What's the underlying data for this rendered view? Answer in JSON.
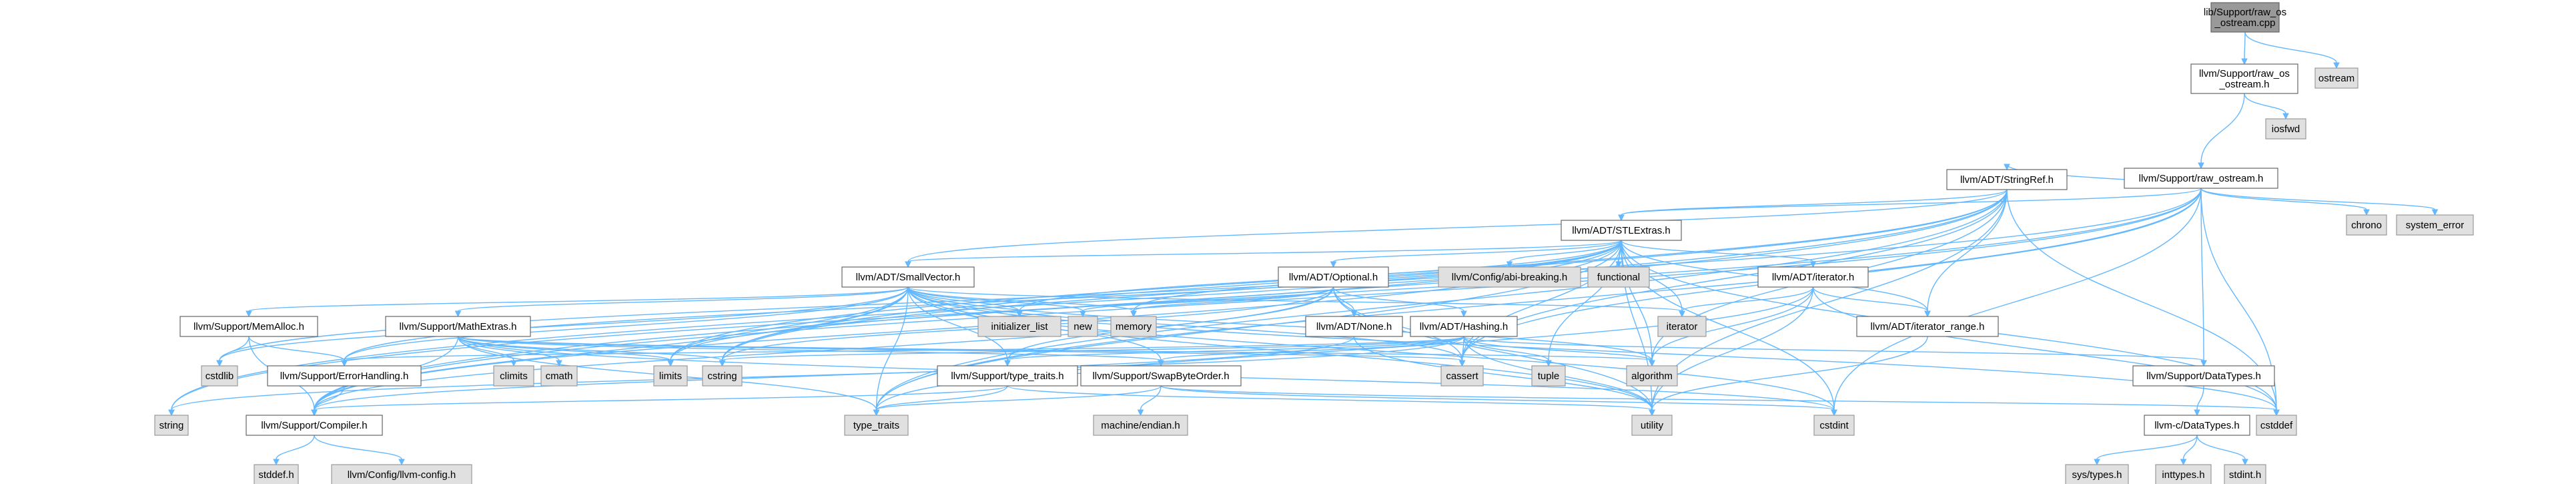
{
  "nodes": [
    {
      "id": "root",
      "label": "lib/Support/raw_os_ostream.cpp",
      "lines": [
        "lib/Support/raw_os",
        "_ostream.cpp"
      ],
      "kind": "root"
    },
    {
      "id": "rawos_h",
      "label": "llvm/Support/raw_os_ostream.h",
      "lines": [
        "llvm/Support/raw_os",
        "_ostream.h"
      ],
      "kind": "int"
    },
    {
      "id": "ostream",
      "label": "ostream",
      "kind": "ext"
    },
    {
      "id": "iosfwd",
      "label": "iosfwd",
      "kind": "ext"
    },
    {
      "id": "raw_ostream",
      "label": "llvm/Support/raw_ostream.h",
      "kind": "int"
    },
    {
      "id": "chrono",
      "label": "chrono",
      "kind": "ext"
    },
    {
      "id": "system_error",
      "label": "system_error",
      "kind": "ext"
    },
    {
      "id": "stringref",
      "label": "llvm/ADT/StringRef.h",
      "kind": "int"
    },
    {
      "id": "stlextras",
      "label": "llvm/ADT/STLExtras.h",
      "kind": "int"
    },
    {
      "id": "smallvector",
      "label": "llvm/ADT/SmallVector.h",
      "kind": "int"
    },
    {
      "id": "optional",
      "label": "llvm/ADT/Optional.h",
      "kind": "int"
    },
    {
      "id": "abibreaking",
      "label": "llvm/Config/abi-breaking.h",
      "kind": "ext"
    },
    {
      "id": "functional",
      "label": "functional",
      "kind": "ext"
    },
    {
      "id": "adtiterator",
      "label": "llvm/ADT/iterator.h",
      "kind": "int"
    },
    {
      "id": "memalloc",
      "label": "llvm/Support/MemAlloc.h",
      "kind": "int"
    },
    {
      "id": "mathextras",
      "label": "llvm/Support/MathExtras.h",
      "kind": "int"
    },
    {
      "id": "initlist",
      "label": "initializer_list",
      "kind": "ext"
    },
    {
      "id": "new",
      "label": "new",
      "kind": "ext"
    },
    {
      "id": "memory",
      "label": "memory",
      "kind": "ext"
    },
    {
      "id": "none",
      "label": "llvm/ADT/None.h",
      "kind": "int"
    },
    {
      "id": "hashing",
      "label": "llvm/ADT/Hashing.h",
      "kind": "int"
    },
    {
      "id": "iterator",
      "label": "iterator",
      "kind": "ext"
    },
    {
      "id": "iterrange",
      "label": "llvm/ADT/iterator_range.h",
      "kind": "int"
    },
    {
      "id": "cstdlib",
      "label": "cstdlib",
      "kind": "ext"
    },
    {
      "id": "errhandling",
      "label": "llvm/Support/ErrorHandling.h",
      "kind": "int"
    },
    {
      "id": "climits",
      "label": "climits",
      "kind": "ext"
    },
    {
      "id": "cmath",
      "label": "cmath",
      "kind": "ext"
    },
    {
      "id": "limits",
      "label": "limits",
      "kind": "ext"
    },
    {
      "id": "cstring",
      "label": "cstring",
      "kind": "ext"
    },
    {
      "id": "typetraits_h",
      "label": "llvm/Support/type_traits.h",
      "kind": "int"
    },
    {
      "id": "swapbyteorder",
      "label": "llvm/Support/SwapByteOrder.h",
      "kind": "int"
    },
    {
      "id": "cassert",
      "label": "cassert",
      "kind": "ext"
    },
    {
      "id": "tuple",
      "label": "tuple",
      "kind": "ext"
    },
    {
      "id": "algorithm",
      "label": "algorithm",
      "kind": "ext"
    },
    {
      "id": "datatypes",
      "label": "llvm/Support/DataTypes.h",
      "kind": "int"
    },
    {
      "id": "string",
      "label": "string",
      "kind": "ext"
    },
    {
      "id": "compiler",
      "label": "llvm/Support/Compiler.h",
      "kind": "int"
    },
    {
      "id": "type_traits",
      "label": "type_traits",
      "kind": "ext"
    },
    {
      "id": "machendian",
      "label": "machine/endian.h",
      "kind": "ext"
    },
    {
      "id": "utility",
      "label": "utility",
      "kind": "ext"
    },
    {
      "id": "cstdint",
      "label": "cstdint",
      "kind": "ext"
    },
    {
      "id": "cstddef",
      "label": "cstddef",
      "kind": "ext"
    },
    {
      "id": "cdatatypes",
      "label": "llvm-c/DataTypes.h",
      "kind": "int"
    },
    {
      "id": "stddef",
      "label": "stddef.h",
      "kind": "ext"
    },
    {
      "id": "llvmconfig",
      "label": "llvm/Config/llvm-config.h",
      "kind": "ext"
    },
    {
      "id": "systypes",
      "label": "sys/types.h",
      "kind": "ext"
    },
    {
      "id": "inttypes",
      "label": "inttypes.h",
      "kind": "ext"
    },
    {
      "id": "stdint",
      "label": "stdint.h",
      "kind": "ext"
    }
  ],
  "edges": [
    [
      "root",
      "rawos_h"
    ],
    [
      "root",
      "ostream"
    ],
    [
      "rawos_h",
      "raw_ostream"
    ],
    [
      "rawos_h",
      "iosfwd"
    ],
    [
      "raw_ostream",
      "stringref"
    ],
    [
      "raw_ostream",
      "datatypes"
    ],
    [
      "raw_ostream",
      "cassert"
    ],
    [
      "raw_ostream",
      "chrono"
    ],
    [
      "raw_ostream",
      "cstddef"
    ],
    [
      "raw_ostream",
      "cstdint"
    ],
    [
      "raw_ostream",
      "cstring"
    ],
    [
      "raw_ostream",
      "string"
    ],
    [
      "raw_ostream",
      "system_error"
    ],
    [
      "raw_ostream",
      "type_traits"
    ],
    [
      "raw_ostream",
      "compiler"
    ],
    [
      "raw_ostream",
      "stlextras"
    ],
    [
      "stringref",
      "stlextras"
    ],
    [
      "stringref",
      "iterrange"
    ],
    [
      "stringref",
      "compiler"
    ],
    [
      "stringref",
      "algorithm"
    ],
    [
      "stringref",
      "cassert"
    ],
    [
      "stringref",
      "cstddef"
    ],
    [
      "stringref",
      "cstring"
    ],
    [
      "stringref",
      "limits"
    ],
    [
      "stringref",
      "string"
    ],
    [
      "stringref",
      "type_traits"
    ],
    [
      "stringref",
      "utility"
    ],
    [
      "stringref",
      "smallvector"
    ],
    [
      "stlextras",
      "smallvector"
    ],
    [
      "stlextras",
      "optional"
    ],
    [
      "stlextras",
      "abibreaking"
    ],
    [
      "stlextras",
      "functional"
    ],
    [
      "stlextras",
      "adtiterator"
    ],
    [
      "stlextras",
      "iterrange"
    ],
    [
      "stlextras",
      "errhandling"
    ],
    [
      "stlextras",
      "algorithm"
    ],
    [
      "stlextras",
      "cassert"
    ],
    [
      "stlextras",
      "cstddef"
    ],
    [
      "stlextras",
      "cstdint"
    ],
    [
      "stlextras",
      "cstdlib"
    ],
    [
      "stlextras",
      "initlist"
    ],
    [
      "stlextras",
      "iterator"
    ],
    [
      "stlextras",
      "limits"
    ],
    [
      "stlextras",
      "memory"
    ],
    [
      "stlextras",
      "tuple"
    ],
    [
      "stlextras",
      "type_traits"
    ],
    [
      "stlextras",
      "utility"
    ],
    [
      "stlextras",
      "compiler"
    ],
    [
      "smallvector",
      "compiler"
    ],
    [
      "smallvector",
      "memalloc"
    ],
    [
      "smallvector",
      "mathextras"
    ],
    [
      "smallvector",
      "type_traits"
    ],
    [
      "smallvector",
      "errhandling"
    ],
    [
      "smallvector",
      "algorithm"
    ],
    [
      "smallvector",
      "cassert"
    ],
    [
      "smallvector",
      "cstddef"
    ],
    [
      "smallvector",
      "cstdlib"
    ],
    [
      "smallvector",
      "cstring"
    ],
    [
      "smallvector",
      "initlist"
    ],
    [
      "smallvector",
      "iterator"
    ],
    [
      "smallvector",
      "limits"
    ],
    [
      "smallvector",
      "memory"
    ],
    [
      "smallvector",
      "new"
    ],
    [
      "smallvector",
      "utility"
    ],
    [
      "smallvector",
      "typetraits_h"
    ],
    [
      "smallvector",
      "swapbyteorder"
    ],
    [
      "smallvector",
      "cstdint"
    ],
    [
      "optional",
      "hashing"
    ],
    [
      "optional",
      "none"
    ],
    [
      "optional",
      "compiler"
    ],
    [
      "optional",
      "typetraits_h"
    ],
    [
      "optional",
      "cassert"
    ],
    [
      "optional",
      "memory"
    ],
    [
      "optional",
      "new"
    ],
    [
      "optional",
      "utility"
    ],
    [
      "optional",
      "cstring"
    ],
    [
      "adtiterator",
      "iterrange"
    ],
    [
      "adtiterator",
      "algorithm"
    ],
    [
      "adtiterator",
      "cstddef"
    ],
    [
      "adtiterator",
      "iterator"
    ],
    [
      "adtiterator",
      "type_traits"
    ],
    [
      "adtiterator",
      "utility"
    ],
    [
      "memalloc",
      "compiler"
    ],
    [
      "memalloc",
      "errhandling"
    ],
    [
      "memalloc",
      "cstdlib"
    ],
    [
      "mathextras",
      "compiler"
    ],
    [
      "mathextras",
      "algorithm"
    ],
    [
      "mathextras",
      "cassert"
    ],
    [
      "mathextras",
      "climits"
    ],
    [
      "mathextras",
      "cmath"
    ],
    [
      "mathextras",
      "cstdint"
    ],
    [
      "mathextras",
      "cstring"
    ],
    [
      "mathextras",
      "limits"
    ],
    [
      "mathextras",
      "type_traits"
    ],
    [
      "mathextras",
      "swapbyteorder"
    ],
    [
      "none",
      "compiler"
    ],
    [
      "none",
      "utility"
    ],
    [
      "hashing",
      "errhandling"
    ],
    [
      "hashing",
      "swapbyteorder"
    ],
    [
      "hashing",
      "typetraits_h"
    ],
    [
      "hashing",
      "datatypes"
    ],
    [
      "hashing",
      "algorithm"
    ],
    [
      "hashing",
      "cassert"
    ],
    [
      "hashing",
      "cstring"
    ],
    [
      "hashing",
      "string"
    ],
    [
      "hashing",
      "tuple"
    ],
    [
      "hashing",
      "utility"
    ],
    [
      "iterrange",
      "utility"
    ],
    [
      "errhandling",
      "compiler"
    ],
    [
      "typetraits_h",
      "compiler"
    ],
    [
      "typetraits_h",
      "type_traits"
    ],
    [
      "typetraits_h",
      "utility"
    ],
    [
      "swapbyteorder",
      "cstddef"
    ],
    [
      "swapbyteorder",
      "cstdint"
    ],
    [
      "swapbyteorder",
      "type_traits"
    ],
    [
      "swapbyteorder",
      "machendian"
    ],
    [
      "datatypes",
      "cdatatypes"
    ],
    [
      "compiler",
      "llvmconfig"
    ],
    [
      "compiler",
      "stddef"
    ],
    [
      "cdatatypes",
      "inttypes"
    ],
    [
      "cdatatypes",
      "stdint"
    ],
    [
      "cdatatypes",
      "systypes"
    ]
  ]
}
